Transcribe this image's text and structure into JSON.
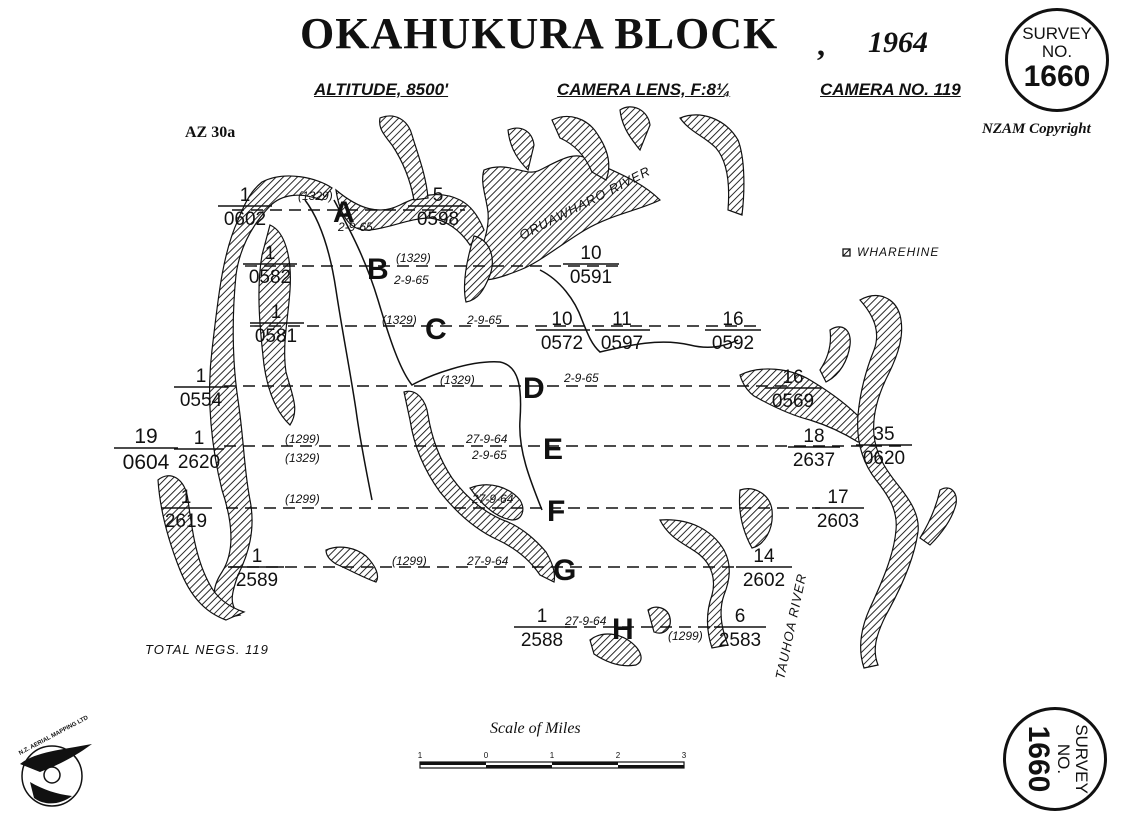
{
  "header": {
    "title": "OKAHUKURA BLOCK",
    "separator": ",",
    "year": "1964",
    "altitude": "ALTITUDE, 8500'",
    "lens": "CAMERA LENS, F:8¼",
    "camera": "CAMERA NO. 119",
    "sheet_ref": "AZ 30a",
    "copyright": "NZAM Copyright"
  },
  "survey_badge": {
    "line1": "SURVEY",
    "line2": "NO.",
    "number": "1660"
  },
  "map_labels": {
    "river_north": "ORUAWHARO RIVER",
    "river_east": "TAUHOA RIVER",
    "locality": "WHAREHINE"
  },
  "runs": [
    {
      "id": "A",
      "date": "2-9-65",
      "tag": "(1329)",
      "start": {
        "top": "1",
        "bottom": "0602"
      },
      "end": {
        "top": "5",
        "bottom": "0598"
      }
    },
    {
      "id": "B",
      "date": "2-9-65",
      "tag": "(1329)",
      "start": {
        "top": "1",
        "bottom": "0582"
      },
      "end": {
        "top": "10",
        "bottom": "0591"
      }
    },
    {
      "id": "C",
      "date": "2-9-65",
      "tag": "(1329)",
      "start": {
        "top": "1",
        "bottom": "0581"
      },
      "end": {
        "top": "10",
        "bottom": "0572"
      },
      "extra": [
        {
          "top": "11",
          "bottom": "0597"
        },
        {
          "top": "16",
          "bottom": "0592"
        }
      ]
    },
    {
      "id": "D",
      "date": "2-9-65",
      "tag": "(1329)",
      "start": {
        "top": "1",
        "bottom": "0554"
      },
      "end": {
        "top": "16",
        "bottom": "0569"
      }
    },
    {
      "id": "E",
      "date": "27-9-64",
      "date2": "2-9-65",
      "tag": "(1299)",
      "tag2": "(1329)",
      "start": {
        "top": "19",
        "bottom": "0604"
      },
      "start2": {
        "top": "1",
        "bottom": "2620"
      },
      "end": {
        "top": "18",
        "bottom": "2637"
      },
      "end2": {
        "top": "35",
        "bottom": "0620"
      }
    },
    {
      "id": "F",
      "date": "27-9-64",
      "tag": "(1299)",
      "start": {
        "top": "1",
        "bottom": "2619"
      },
      "end": {
        "top": "17",
        "bottom": "2603"
      }
    },
    {
      "id": "G",
      "date": "27-9-64",
      "tag": "(1299)",
      "start": {
        "top": "1",
        "bottom": "2589"
      },
      "end": {
        "top": "14",
        "bottom": "2602"
      }
    },
    {
      "id": "H",
      "date": "27-9-64",
      "tag": "(1299)",
      "start": {
        "top": "1",
        "bottom": "2588"
      },
      "end": {
        "top": "6",
        "bottom": "2583"
      }
    }
  ],
  "footer": {
    "total_negs": "TOTAL NEGS. 119",
    "scale_title": "Scale of Miles",
    "scale_ticks": [
      "1",
      "0",
      "1",
      "2",
      "3"
    ],
    "logo_text": "N.Z. AERIAL MAPPING LTD"
  }
}
